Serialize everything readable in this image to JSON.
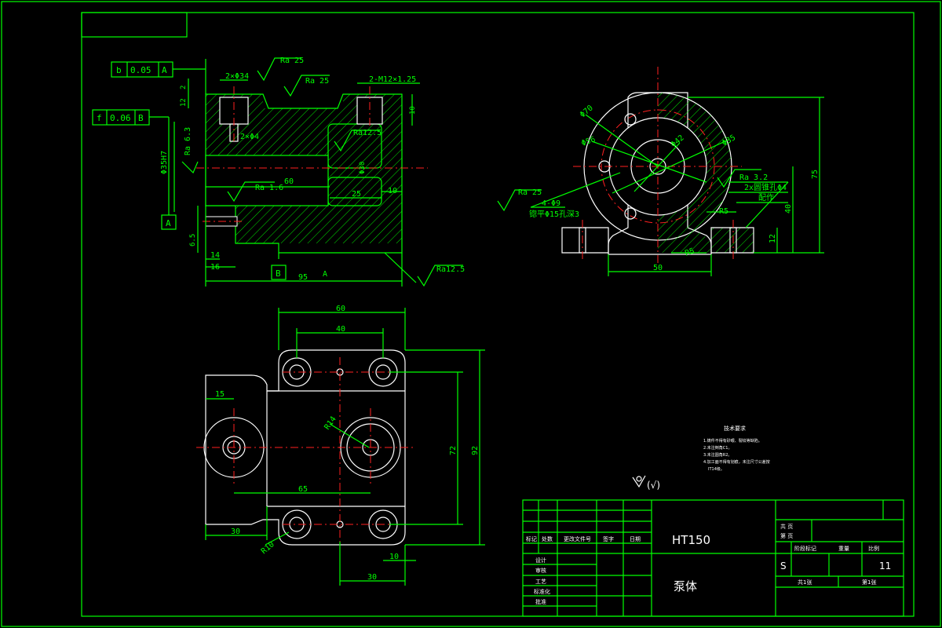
{
  "colors": {
    "background": "#000000",
    "lines": "#00ff00",
    "centerlines": "#ff2020",
    "edges": "#ffffff"
  },
  "front_view": {
    "datum_frame_top": {
      "sym": "b",
      "val": "0.05",
      "ref": "A"
    },
    "datum_frame_mid": {
      "sym": "f",
      "val": "0.06",
      "ref": "B"
    },
    "datum_a": "A",
    "datum_b": "B",
    "datum_b_label": "A",
    "labels": {
      "ra25_top": "Ra 25",
      "ra25_mid": "Ra 25",
      "holes_2x": "2×Φ34",
      "thread": "2-M12×1.25",
      "d2x4": "2×Φ4",
      "ra125_mid": "Ra12.5",
      "ra125_bottom": "Ra12.5",
      "ra63": "Ra 6.3",
      "ra16": "Ra 1.6",
      "phi35": "Φ35H7",
      "phi30": "Φ30"
    },
    "dims": {
      "d2": "2",
      "d12": "12",
      "d10": "10",
      "d60": "60",
      "d25": "25",
      "d10b": "10",
      "d6": "6.5",
      "d14": "14",
      "d16": "16",
      "d95": "95"
    }
  },
  "side_view": {
    "labels": {
      "phi70": "Φ70",
      "phi56": "Φ56",
      "phi42": "Φ42",
      "phi35": "Φ35",
      "ra25": "Ra 25",
      "holes_4x": "4-Φ9",
      "counterbore": "锪平Φ15孔深3",
      "ra32": "Ra 3.2",
      "cone_pin": "2x圆锥孔Φ4",
      "match": "配作",
      "r5a": "R5",
      "r5b": "R5"
    },
    "dims": {
      "d75": "75",
      "d40": "40",
      "d12": "12",
      "d50": "50"
    }
  },
  "top_view": {
    "labels": {
      "r14": "R14",
      "r10": "R10"
    },
    "dims": {
      "d60": "60",
      "d40": "40",
      "d15": "15",
      "d65": "65",
      "d72": "72",
      "d92": "92",
      "d30a": "30",
      "d10": "10",
      "d30b": "30"
    }
  },
  "tech_notes": {
    "heading": "技术要求",
    "items": [
      "1.铸件不得有砂眼、裂纹等缺陷。",
      "2.未注倒角C1。",
      "3.未注圆角R2。",
      "4.加工面不得有划痕，未注尺寸公差按",
      "IT14级。"
    ]
  },
  "roughness_symbol": "(√)",
  "title_block": {
    "material": "HT150",
    "part_name": "泵体",
    "row_labels": [
      "标记",
      "设计",
      "审核",
      "工艺",
      "标准化",
      "批准"
    ],
    "col_labels": [
      "处数",
      "更改文件号",
      "签字",
      "日期"
    ],
    "stage_label": "阶段标记",
    "weight_label": "重量",
    "scale_label": "比例",
    "stage_value": "S",
    "scale_value": "11",
    "sheet_total": "共1张",
    "sheet_no": "第1张",
    "unit_top": "共 页",
    "unit_bottom": "第 页"
  }
}
